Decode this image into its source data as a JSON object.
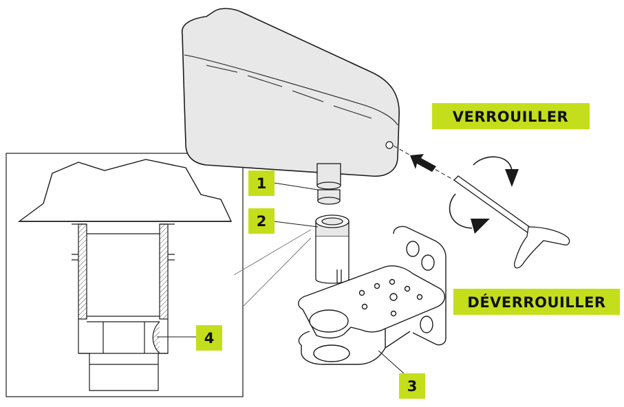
{
  "colors": {
    "accent": "#c4de1c",
    "line": "#1a1a1a",
    "shade": "#e8e8e8",
    "fill": "#ffffff"
  },
  "actions": {
    "lock": "VERROUILLER",
    "unlock": "DÉVERROUILLER"
  },
  "callouts": [
    {
      "label": "1"
    },
    {
      "label": "2"
    },
    {
      "label": "3"
    },
    {
      "label": "4"
    }
  ],
  "icons": {
    "rotate_top": "curved-arrow-clockwise-icon",
    "rotate_bottom": "curved-arrow-counterclockwise-icon",
    "insert": "insert-arrow-icon"
  }
}
